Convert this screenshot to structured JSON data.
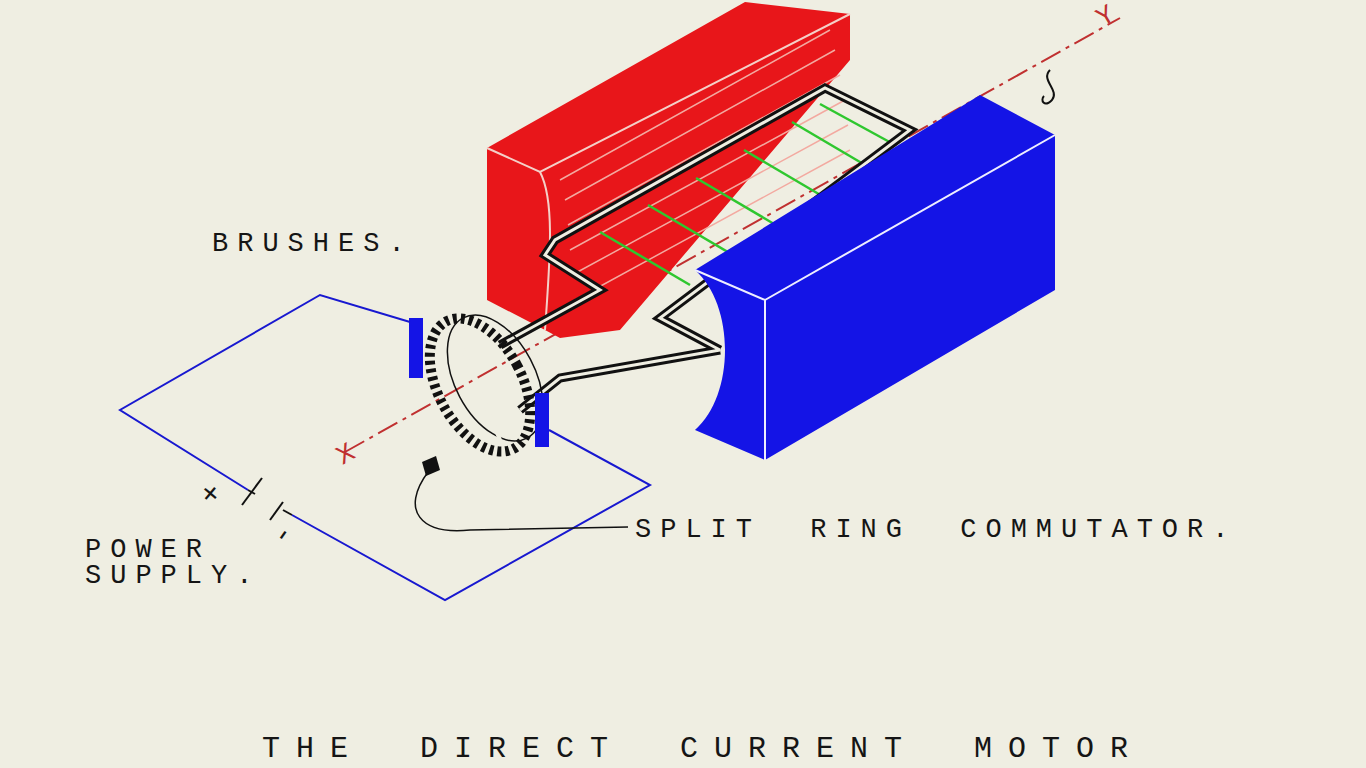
{
  "diagram": {
    "title": "THE DIRECT CURRENT MOTOR",
    "labels": [
      "BRUSHES.",
      "POWER SUPPLY.",
      "SPLIT RING COMMUTATOR.",
      "+",
      "-",
      "X",
      "Y"
    ]
  }
}
